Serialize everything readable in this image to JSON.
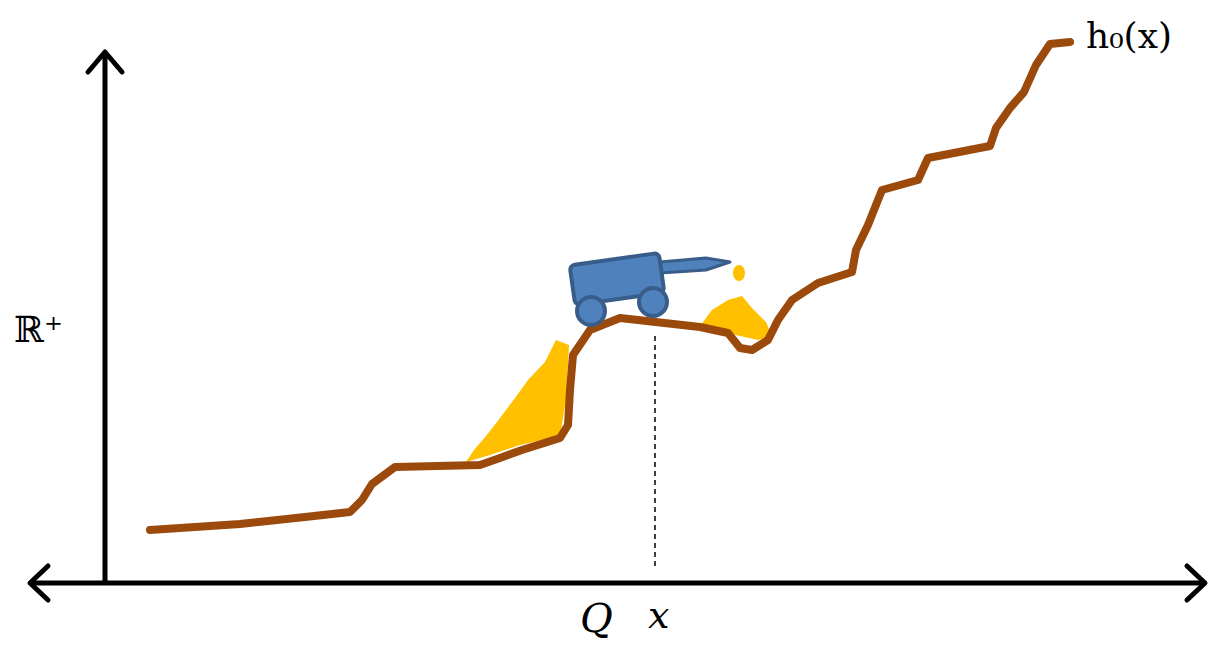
{
  "diagram": {
    "labels": [
      "ℝ⁺",
      "Q",
      "x",
      "h₀(x)"
    ]
  }
}
